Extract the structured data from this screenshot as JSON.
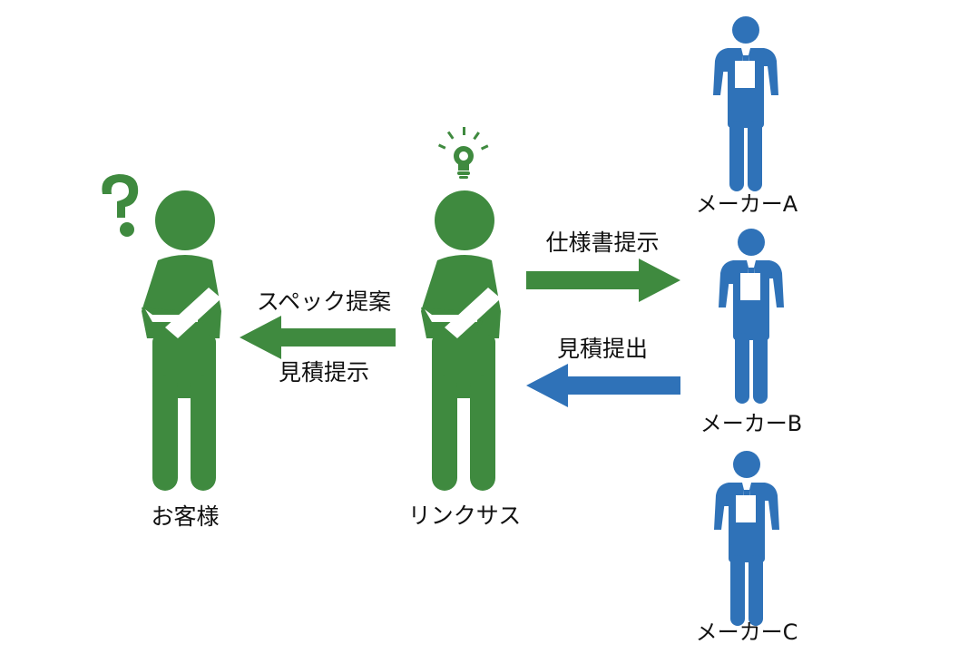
{
  "colors": {
    "green": "#3f8a3f",
    "blue": "#2f72b8",
    "paper": "#ffffff",
    "text": "#111111"
  },
  "actors": {
    "customer": {
      "label": "お客様",
      "color": "green",
      "marker": "question-mark-icon"
    },
    "linkusus": {
      "label": "リンクサス",
      "color": "green",
      "marker": "lightbulb-icon"
    },
    "maker_a": {
      "label": "メーカーA",
      "color": "blue"
    },
    "maker_b": {
      "label": "メーカーB",
      "color": "blue"
    },
    "maker_c": {
      "label": "メーカーC",
      "color": "blue"
    }
  },
  "flows": {
    "spec_proposal": {
      "label": "スペック提案",
      "direction": "to-customer",
      "color": "green"
    },
    "quote_presentation": {
      "label": "見積提示",
      "direction": "to-customer",
      "color": "green"
    },
    "spec_document": {
      "label": "仕様書提示",
      "direction": "to-makers",
      "color": "green"
    },
    "quote_submission": {
      "label": "見積提出",
      "direction": "from-makers",
      "color": "blue"
    }
  }
}
